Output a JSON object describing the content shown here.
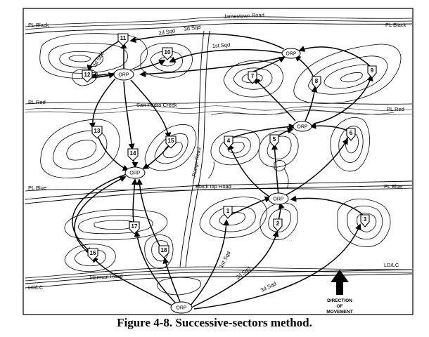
{
  "figure": {
    "caption": "Figure 4-8. Successive-sectors method."
  },
  "roads": {
    "jamestown": "Jamestown Road",
    "range": "Range Road",
    "blacktop": "Black top Road",
    "herman": "Herman Road",
    "san_pedro": "San Pedro Creek"
  },
  "phase_lines": {
    "black_left": "PL Black",
    "black_right": "PL Black",
    "red_left": "PL Red",
    "red_right": "PL Red",
    "blue_left": "PL Blue",
    "blue_right": "PL Blue",
    "ldlc_left": "LD/LC",
    "ldlc_right": "LD/LC"
  },
  "squads": {
    "first_top": "1st Sqd",
    "second_top": "2d Sqd",
    "third_top": "3d Sqd",
    "third_left": "3d Sqd",
    "first_bottom": "1st Sqd",
    "second_bottom": "2d Sqd",
    "third_bottom": "3d Sqd"
  },
  "orp_label": "ORP",
  "direction": [
    "DIRECTION",
    "OF",
    "MOVEMENT"
  ],
  "objectives": [
    "1",
    "2",
    "3",
    "4",
    "5",
    "6",
    "7",
    "8",
    "9",
    "10",
    "11",
    "12",
    "13",
    "14",
    "15",
    "16",
    "17",
    "18"
  ]
}
